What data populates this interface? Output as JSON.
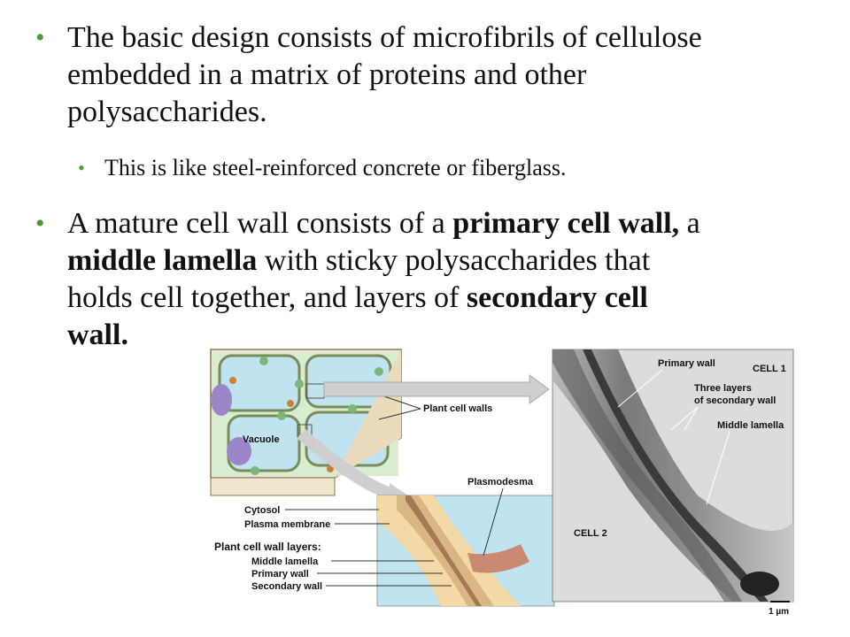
{
  "bullets": [
    {
      "lines": [
        "The basic design consists of microfibrils of cellulose",
        "embedded in a matrix of proteins and other",
        "polysaccharides."
      ]
    },
    {
      "sub": "This is like steel-reinforced concrete or fiberglass."
    },
    {
      "line1_a": "A mature cell wall consists of a ",
      "line1_b": "primary cell wall,",
      "line1_c": " a",
      "line2_a": "middle lamella",
      "line2_b": " with sticky polysaccharides that",
      "line3_a": "holds cell together, and layers of ",
      "line3_b": "secondary cell",
      "line4_a": "wall."
    }
  ],
  "bullet_symbol": "•",
  "bullet_color": "#4a9a3a",
  "figure": {
    "plant_cell_walls": "Plant cell walls",
    "vacuole": "Vacuole",
    "plasmodesma": "Plasmodesma",
    "cytosol": "Cytosol",
    "plasma_membrane": "Plasma membrane",
    "layers_title": "Plant cell wall layers:",
    "middle_lamella": "Middle lamella",
    "primary_wall": "Primary wall",
    "secondary_wall": "Secondary wall",
    "micro_primary_wall": "Primary wall",
    "micro_cell1": "CELL 1",
    "micro_three_layers_1": "Three layers",
    "micro_three_layers_2": "of secondary wall",
    "micro_middle_lamella": "Middle lamella",
    "micro_cell2": "CELL 2",
    "scale": "1 µm"
  }
}
